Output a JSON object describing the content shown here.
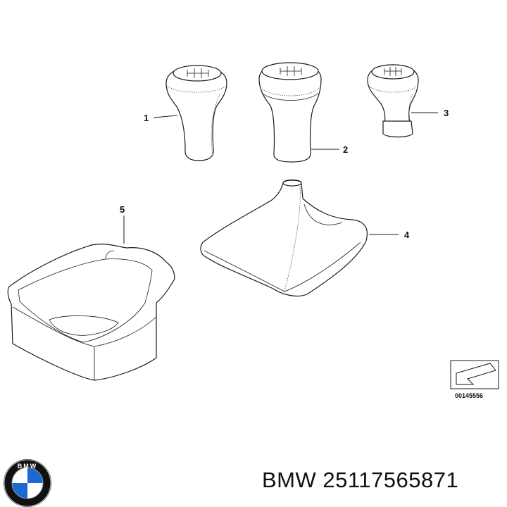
{
  "callouts": {
    "part1": "1",
    "part2": "2",
    "part3": "3",
    "part4": "4",
    "part5": "5"
  },
  "diagram_ref": "00145556",
  "caption": {
    "brand": "BMW",
    "part_number": "25117565871"
  },
  "logo": {
    "text": "BMW",
    "colors": {
      "blue": "#1c69d4",
      "white": "#ffffff",
      "black": "#111111"
    }
  }
}
